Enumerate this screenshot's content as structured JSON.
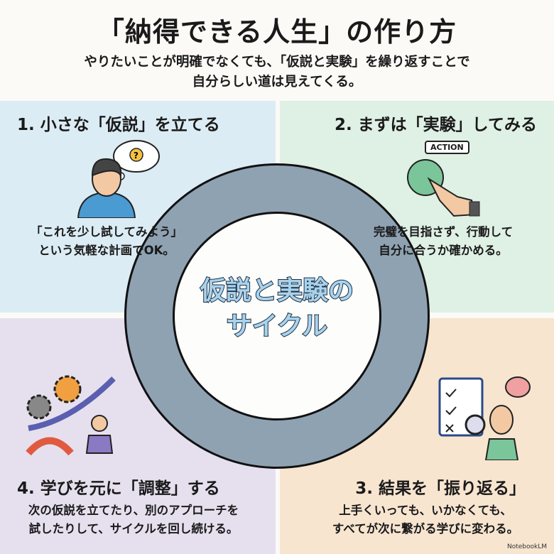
{
  "title": "「納得できる人生」の作り方",
  "subtitle": [
    "やりたいことが明確でなくても、「仮説と実験」を繰り返すことで",
    "自分らしい道は見えてくる。"
  ],
  "center": [
    "仮説と実験の",
    "サイクル"
  ],
  "steps": [
    {
      "heading": "1. 小さな「仮説」を立てる",
      "text": [
        "「これを少し試してみよう」",
        "という気軽な計画でOK。"
      ],
      "icon": "thinking-person-lightbulb-icon",
      "color": "#dcecf4"
    },
    {
      "heading": "2. まずは「実験」してみる",
      "text": [
        "完璧を目指さず、行動して",
        "自分に合うか確かめる。"
      ],
      "icon": "action-button-hand-icon",
      "badge": "ACTION",
      "color": "#dff0e5"
    },
    {
      "heading": "3. 結果を「振り返る」",
      "text": [
        "上手くいっても、いかなくても、",
        "すべてが次に繋がる学びに変わる。"
      ],
      "icon": "clipboard-magnifier-person-icon",
      "color": "#f7e5d0"
    },
    {
      "heading": "4. 学びを元に「調整」する",
      "text": [
        "次の仮説を立てたり、別のアプローチを",
        "試したりして、サイクルを回し続ける。"
      ],
      "icon": "gears-growth-arrow-icon",
      "color": "#e6e0ee"
    }
  ],
  "logo": "NotebookLM"
}
